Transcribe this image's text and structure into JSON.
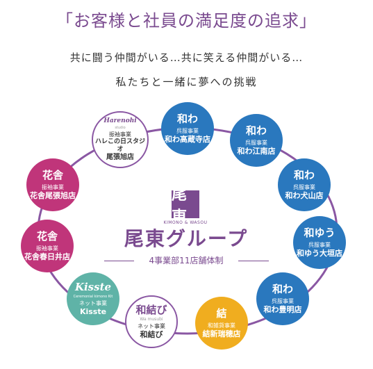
{
  "header": {
    "headline": "「お客様と社員の満足度の追求」",
    "subline1": "共に闘う仲間がいる…共に笑える仲間がいる…",
    "subline2": "私たちと一緒に夢への挑戦"
  },
  "center": {
    "logo_mark": "尾東",
    "logo_text": "KIMONO & WASOU",
    "title": "尾東グループ",
    "caption": "4事業部11店舗体制"
  },
  "colors": {
    "ring": "#8a57a3",
    "accent": "#7a4a8f",
    "blue": "#2a78be",
    "pink": "#c0357a",
    "teal": "#5fb3a7",
    "gold": "#f0ad1f"
  },
  "nodes": [
    {
      "logo": "和わ",
      "category": "呉服事業",
      "name": "和わ高蔵寺店"
    },
    {
      "logo": "和わ",
      "category": "呉服事業",
      "name": "和わ江南店"
    },
    {
      "logo": "和わ",
      "category": "呉服事業",
      "name": "和わ犬山店"
    },
    {
      "logo": "和ゆう",
      "category": "呉服事業",
      "name": "和ゆう大垣店"
    },
    {
      "logo": "和わ",
      "category": "呉服事業",
      "name": "和わ豊明店"
    },
    {
      "logo": "結",
      "category": "和雑貨事業",
      "name": "結新瑞穂店"
    },
    {
      "logo": "和結び",
      "logo_sub": "Wa musubi",
      "category": "ネット事業",
      "name": "和結び"
    },
    {
      "logo": "Kisste",
      "logo_sub": "Ceremonial kimono Kit",
      "category": "ネット事業",
      "name": "Kisste"
    },
    {
      "logo": "花舎",
      "category": "振袖事業",
      "name": "花舎春日井店"
    },
    {
      "logo": "花舎",
      "category": "振袖事業",
      "name": "花舎尾張旭店"
    },
    {
      "logo": "Harenohi",
      "logo_sub": "studio",
      "category": "振袖事業",
      "name_line1": "ハレこの日スタジオ",
      "name_line2": "尾張旭店"
    }
  ]
}
